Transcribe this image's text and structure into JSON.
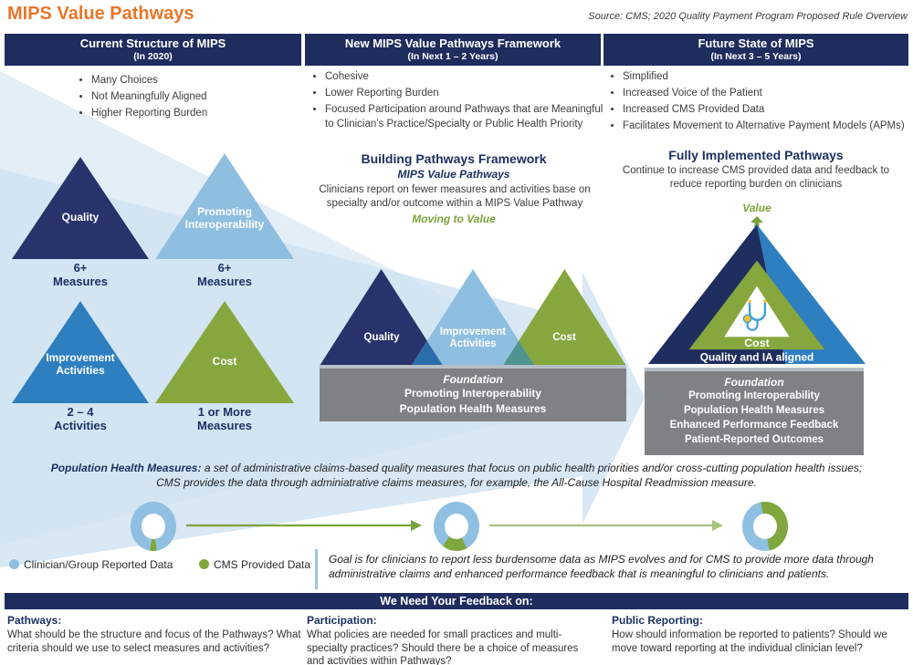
{
  "page": {
    "title": "MIPS Value Pathways",
    "source": "Source: CMS; 2020 Quality Payment Program Proposed Rule Overview"
  },
  "colors": {
    "accent_orange": "#E8762A",
    "navy": "#1F2C5E",
    "quality_navy": "#27336A",
    "promoting_interop_blue": "#8FBFE0",
    "improvement_blue": "#2E7FC0",
    "cost_green": "#86A73E",
    "foundation_gray": "#7F8184",
    "clinician_blue": "#8FC0E1",
    "cms_green": "#7FA73E"
  },
  "columns": [
    {
      "header": "Current Structure of MIPS",
      "subheader": "(In 2020)",
      "bullets": [
        "Many Choices",
        "Not Meaningfully Aligned",
        "Higher Reporting Burden"
      ]
    },
    {
      "header": "New MIPS Value Pathways Framework",
      "subheader": "(In Next 1 – 2 Years)",
      "bullets": [
        "Cohesive",
        "Lower Reporting Burden",
        "Focused Participation around Pathways that are Meaningful to Clinician’s Practice/Specialty or Public Health Priority"
      ]
    },
    {
      "header": "Future State of MIPS",
      "subheader": "(In Next 3 – 5 Years)",
      "bullets": [
        "Simplified",
        "Increased Voice of the Patient",
        "Increased CMS Provided Data",
        "Facilitates Movement to Alternative Payment Models (APMs)"
      ]
    }
  ],
  "current": {
    "triangles": [
      {
        "label": "Quality",
        "caption": "6+\nMeasures"
      },
      {
        "label": "Promoting\nInteroperability",
        "caption": "6+\nMeasures"
      },
      {
        "label": "Improvement\nActivities",
        "caption": "2 – 4\nActivities"
      },
      {
        "label": "Cost",
        "caption": "1 or More\nMeasures"
      }
    ]
  },
  "building": {
    "title": "Building Pathways Framework",
    "subtitle": "MIPS Value Pathways",
    "body": "Clinicians report on fewer measures and activities base on specialty and/or outcome within a MIPS Value Pathway",
    "moving_to_value": "Moving to Value",
    "triangle_labels": [
      "Quality",
      "Improvement\nActivities",
      "Cost"
    ],
    "foundation_title": "Foundation",
    "foundation_items": [
      "Promoting Interoperability",
      "Population Health Measures"
    ]
  },
  "future": {
    "title": "Fully Implemented Pathways",
    "body": "Continue to increase CMS provided data and feedback to reduce reporting burden on clinicians",
    "value_label": "Value",
    "cost_label": "Cost",
    "band_label": "Quality and IA aligned",
    "foundation_title": "Foundation",
    "foundation_items": [
      "Promoting Interoperability",
      "Population Health Measures",
      "Enhanced Performance Feedback",
      "Patient-Reported Outcomes"
    ]
  },
  "definition": {
    "term": "Population Health Measures:",
    "body": " a set of administrative claims-based quality measures that focus on public health priorities and/or cross-cutting population health issues; CMS provides the data through adminiatrative claims measures, for example, the All-Cause Hospital Readmission measure."
  },
  "donuts": {
    "stages": [
      {
        "from_deg": 172,
        "green_deg": 16
      },
      {
        "from_deg": 155,
        "green_deg": 60
      },
      {
        "from_deg": 350,
        "green_deg": 180
      }
    ]
  },
  "legend": {
    "items": [
      {
        "label": "Clinician/Group Reported Data"
      },
      {
        "label": "CMS Provided Data"
      }
    ]
  },
  "goal": "Goal is for clinicians to report less burdensome data as MIPS evolves and for CMS to provide more data through administrative claims and enhanced performance feedback that is meaningful to clinicians and patients.",
  "feedback": {
    "bar": "We Need Your Feedback on:",
    "items": [
      {
        "heading": "Pathways:",
        "text": "What should be the structure and focus of the Pathways? What criteria should we use to select measures and activities?"
      },
      {
        "heading": "Participation:",
        "text": "What policies are needed for small practices and multi-specialty practices? Should there be a choice of measures and activities within Pathways?"
      },
      {
        "heading": "Public Reporting:",
        "text": "How should information be reported to patients? Should we move toward reporting at the individual clinician level?"
      }
    ]
  }
}
